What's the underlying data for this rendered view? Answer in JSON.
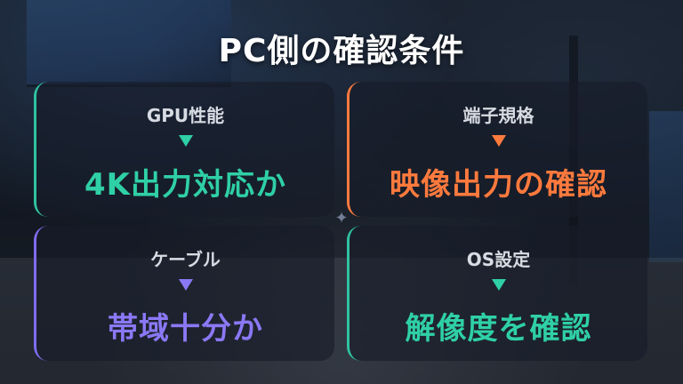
{
  "title": "PC側の確認条件",
  "cards": [
    {
      "label": "GPU性能",
      "value": "4K出力対応か",
      "accent": "#2fd0a6"
    },
    {
      "label": "端子規格",
      "value": "映像出力の確認",
      "accent": "#ff7a3d"
    },
    {
      "label": "ケーブル",
      "value": "帯域十分か",
      "accent": "#8b78f5"
    },
    {
      "label": "OS設定",
      "value": "解像度を確認",
      "accent": "#2fd0a6"
    }
  ],
  "icons": {
    "arrow": "triangle-down-icon"
  }
}
